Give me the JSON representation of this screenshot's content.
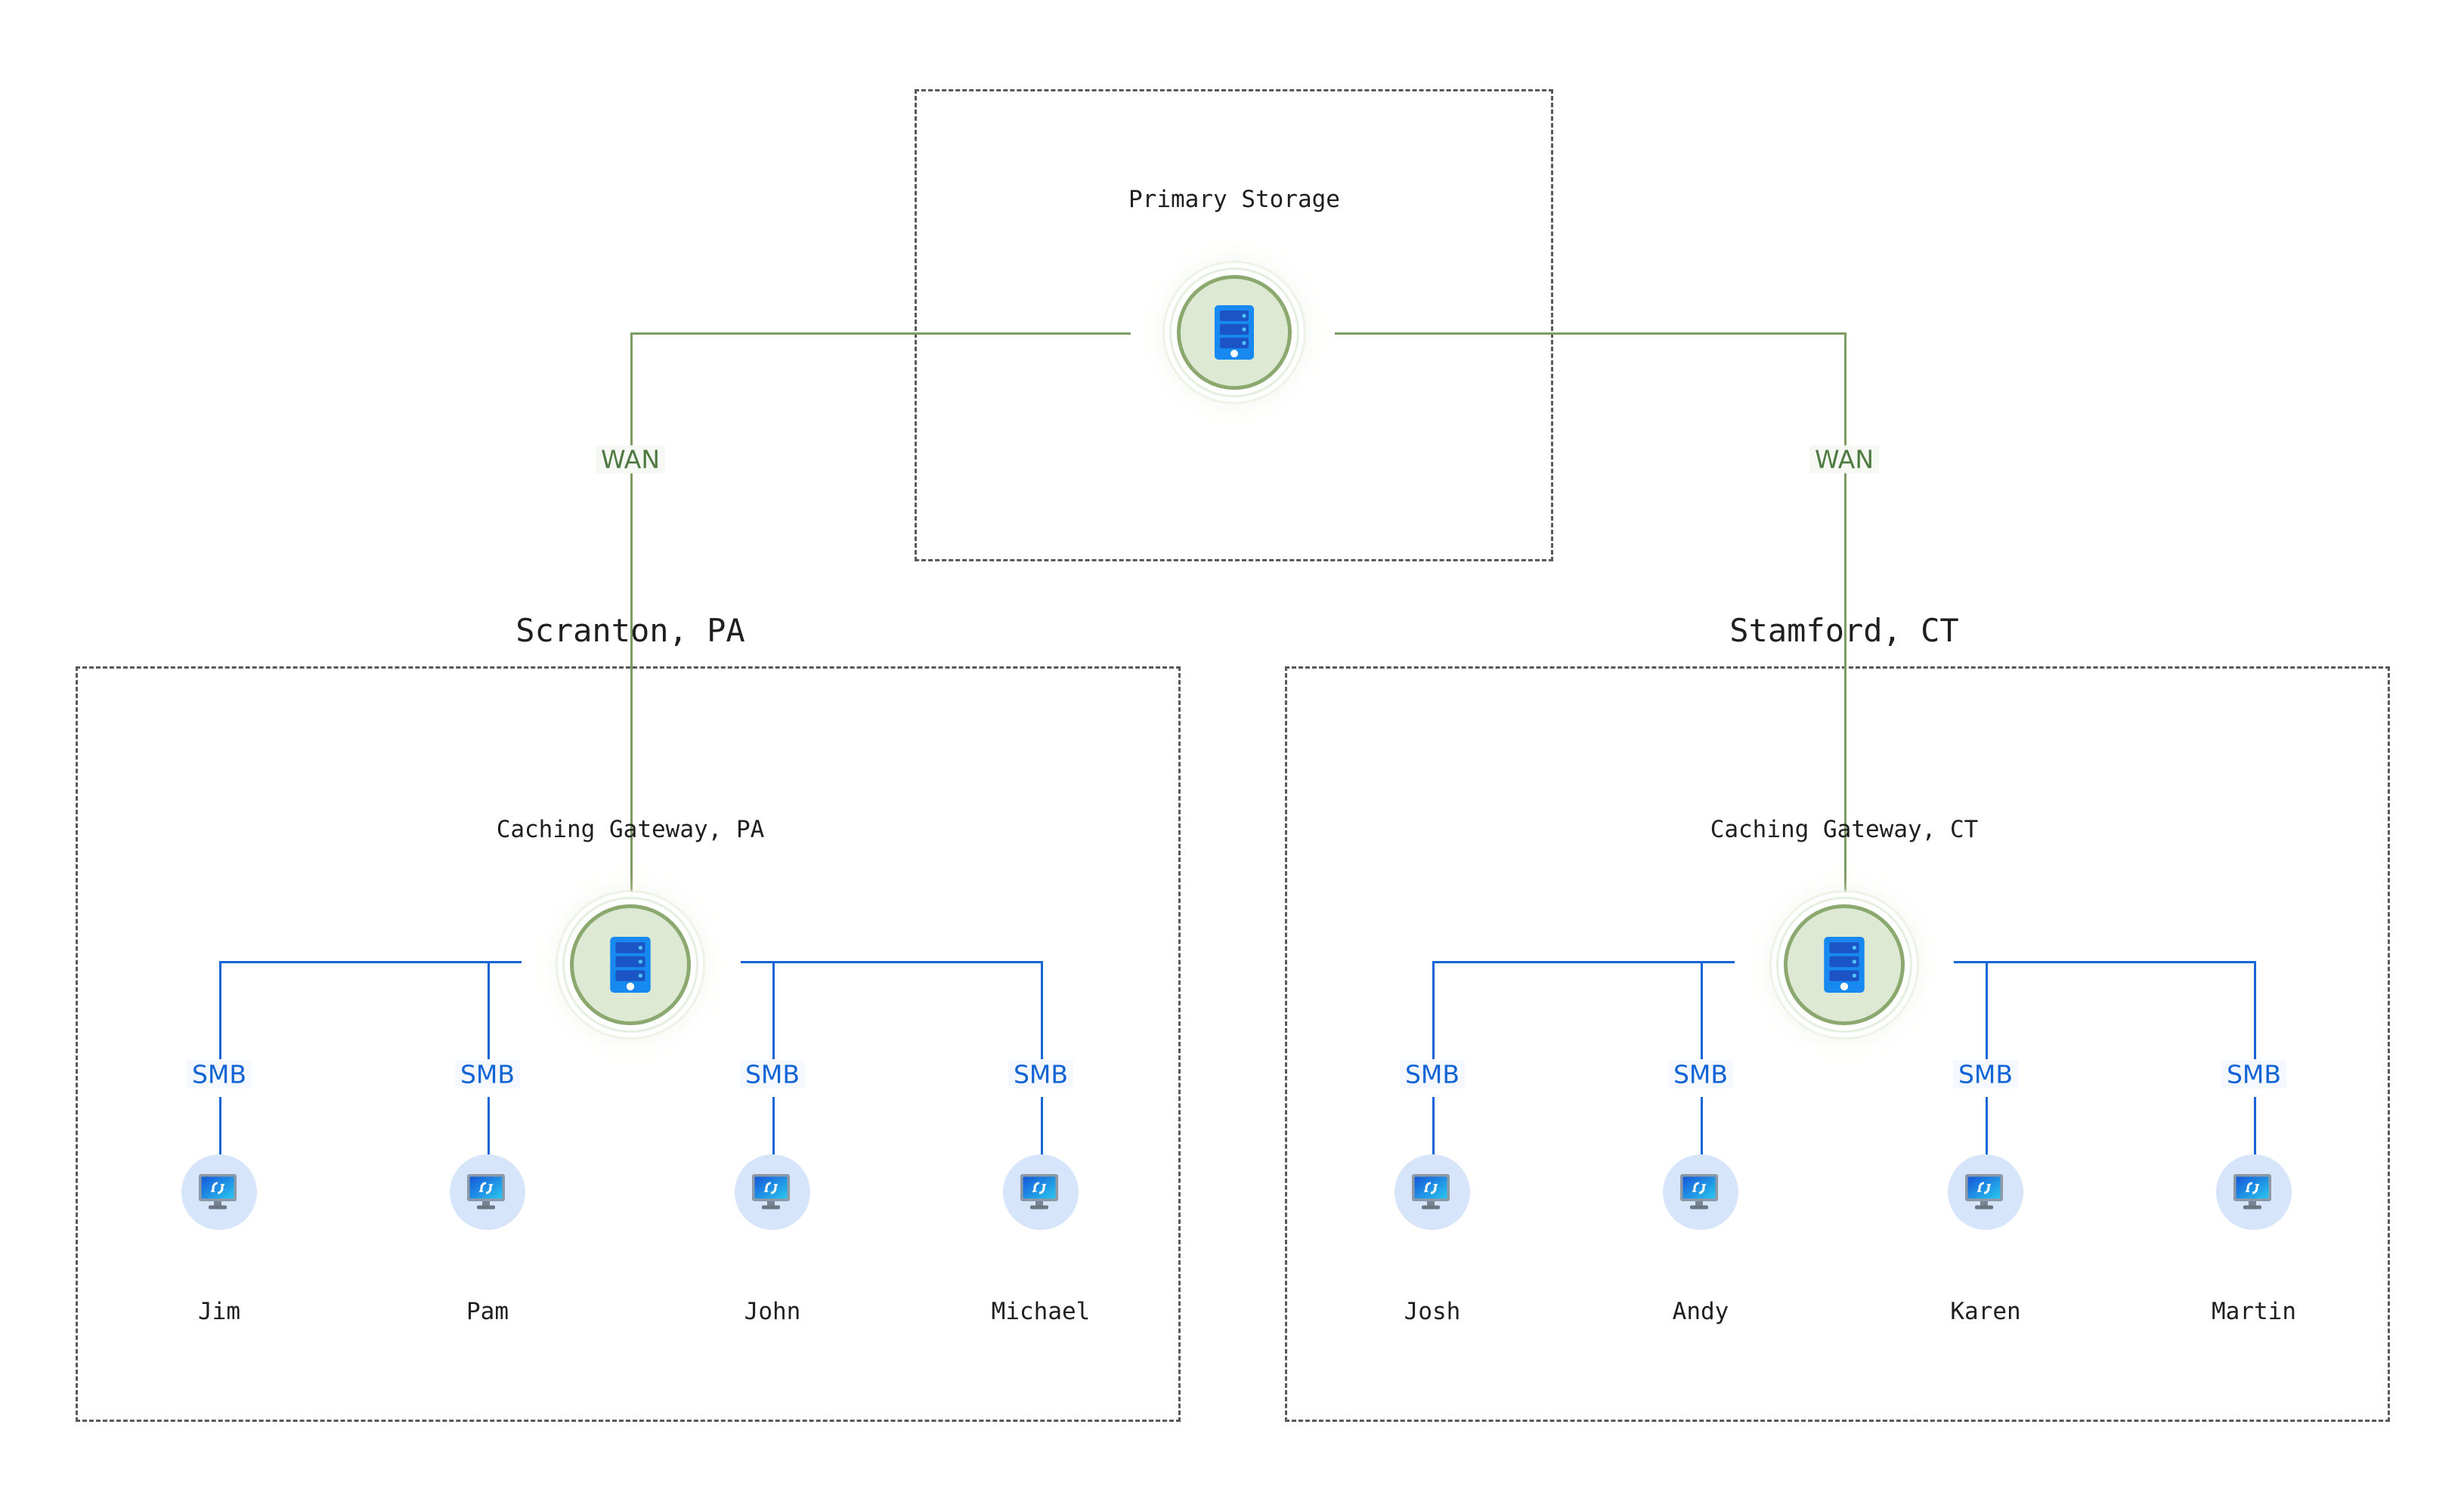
{
  "diagram": {
    "title_zone_top": "",
    "colors": {
      "wan_link": "#7e9b63",
      "smb_link": "#1565d8",
      "server_fill": "#dde9d2",
      "server_ring": "#8ba96e",
      "client_fill": "#d7e5fa",
      "zone_border": "#595959",
      "wan_label": "#4e7a42",
      "smb_label": "#1064d6",
      "text": "#1f1f1f"
    },
    "zones": [
      {
        "id": "datacenter",
        "label": ""
      },
      {
        "id": "scranton",
        "label": "Scranton, PA"
      },
      {
        "id": "stamford",
        "label": "Stamford, CT"
      }
    ],
    "nodes": {
      "primary_storage": {
        "label": "Primary Storage",
        "icon": "server-icon"
      },
      "gateway_pa": {
        "label": "Caching Gateway, PA",
        "icon": "server-icon"
      },
      "gateway_ct": {
        "label": "Caching Gateway, CT",
        "icon": "server-icon"
      }
    },
    "links": {
      "wan_left": {
        "label": "WAN"
      },
      "wan_right": {
        "label": "WAN"
      },
      "smb": {
        "label": "SMB"
      }
    },
    "clients": {
      "scranton": [
        {
          "name": "Jim",
          "protocol": "SMB",
          "icon": "sync-monitor-icon"
        },
        {
          "name": "Pam",
          "protocol": "SMB",
          "icon": "sync-monitor-icon"
        },
        {
          "name": "John",
          "protocol": "SMB",
          "icon": "sync-monitor-icon"
        },
        {
          "name": "Michael",
          "protocol": "SMB",
          "icon": "sync-monitor-icon"
        }
      ],
      "stamford": [
        {
          "name": "Josh",
          "protocol": "SMB",
          "icon": "sync-monitor-icon"
        },
        {
          "name": "Andy",
          "protocol": "SMB",
          "icon": "sync-monitor-icon"
        },
        {
          "name": "Karen",
          "protocol": "SMB",
          "icon": "sync-monitor-icon"
        },
        {
          "name": "Martin",
          "protocol": "SMB",
          "icon": "sync-monitor-icon"
        }
      ]
    }
  }
}
